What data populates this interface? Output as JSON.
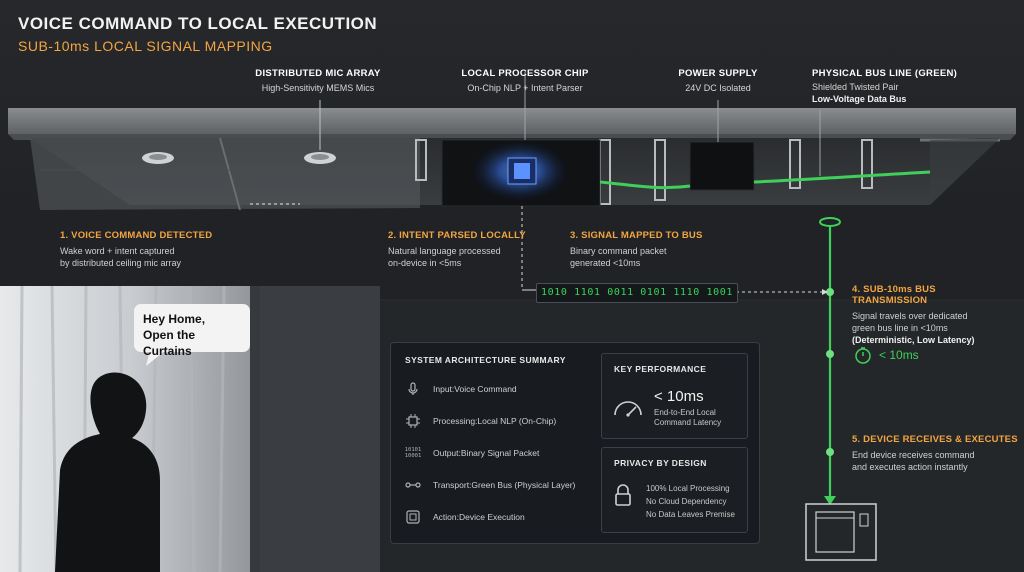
{
  "header": {
    "title": "VOICE COMMAND TO LOCAL EXECUTION",
    "subtitle": "SUB-10ms LOCAL SIGNAL MAPPING"
  },
  "components": {
    "mic_array": {
      "title": "DISTRIBUTED MIC ARRAY",
      "desc": "High-Sensitivity MEMS Mics"
    },
    "processor": {
      "title": "LOCAL PROCESSOR CHIP",
      "desc": "On-Chip NLP + Intent Parser"
    },
    "power": {
      "title": "POWER SUPPLY",
      "desc": "24V DC Isolated"
    },
    "bus": {
      "title": "PHYSICAL BUS LINE (GREEN)",
      "desc1": "Shielded Twisted Pair",
      "desc2": "Low-Voltage Data Bus"
    }
  },
  "steps": {
    "s1": {
      "title": "1. VOICE COMMAND DETECTED",
      "line1": "Wake word + intent captured",
      "line2": "by distributed ceiling mic array"
    },
    "s2": {
      "title": "2. INTENT PARSED LOCALLY",
      "line1": "Natural language processed",
      "line2": "on-device in <5ms"
    },
    "s3": {
      "title": "3. SIGNAL MAPPED TO BUS",
      "line1": "Binary command packet",
      "line2": "generated <10ms"
    },
    "s4": {
      "title": "4. SUB-10ms BUS TRANSMISSION",
      "line1": "Signal travels over dedicated",
      "line2": "green bus line in <10ms",
      "line3": "(Deterministic, Low Latency)"
    },
    "s5": {
      "title": "5. DEVICE RECEIVES & EXECUTES",
      "line1": "End device receives command",
      "line2": "and executes action instantly"
    }
  },
  "binary_packet": "1010  1101  0011  0101  1110  1001",
  "timer_value": "< 10ms",
  "speech_bubble": {
    "line1": "Hey Home,",
    "line2": "Open the Curtains"
  },
  "summary": {
    "title": "SYSTEM ARCHITECTURE SUMMARY",
    "rows": [
      {
        "icon": "mic-icon",
        "label": "Input:",
        "value": " Voice Command"
      },
      {
        "icon": "chip-icon",
        "label": "Processing:",
        "value": " Local NLP (On-Chip)"
      },
      {
        "icon": "binary-icon",
        "label": "Output:",
        "value": " Binary Signal Packet",
        "glyph": "10101\n10001"
      },
      {
        "icon": "cable-icon",
        "label": "Transport:",
        "value": " Green Bus (Physical Layer)"
      },
      {
        "icon": "device-icon",
        "label": "Action:",
        "value": " Device Execution"
      }
    ]
  },
  "key_performance": {
    "title": "KEY PERFORMANCE",
    "value": "< 10ms",
    "line1": "End-to-End Local",
    "line2": "Command Latency"
  },
  "privacy": {
    "title": "PRIVACY BY DESIGN",
    "line1": "100% Local Processing",
    "line2": "No Cloud Dependency",
    "line3": "No Data Leaves Premise"
  },
  "colors": {
    "accent_orange": "#f2a541",
    "bus_green": "#3fcf5a",
    "chip_blue": "#3d7dff"
  }
}
